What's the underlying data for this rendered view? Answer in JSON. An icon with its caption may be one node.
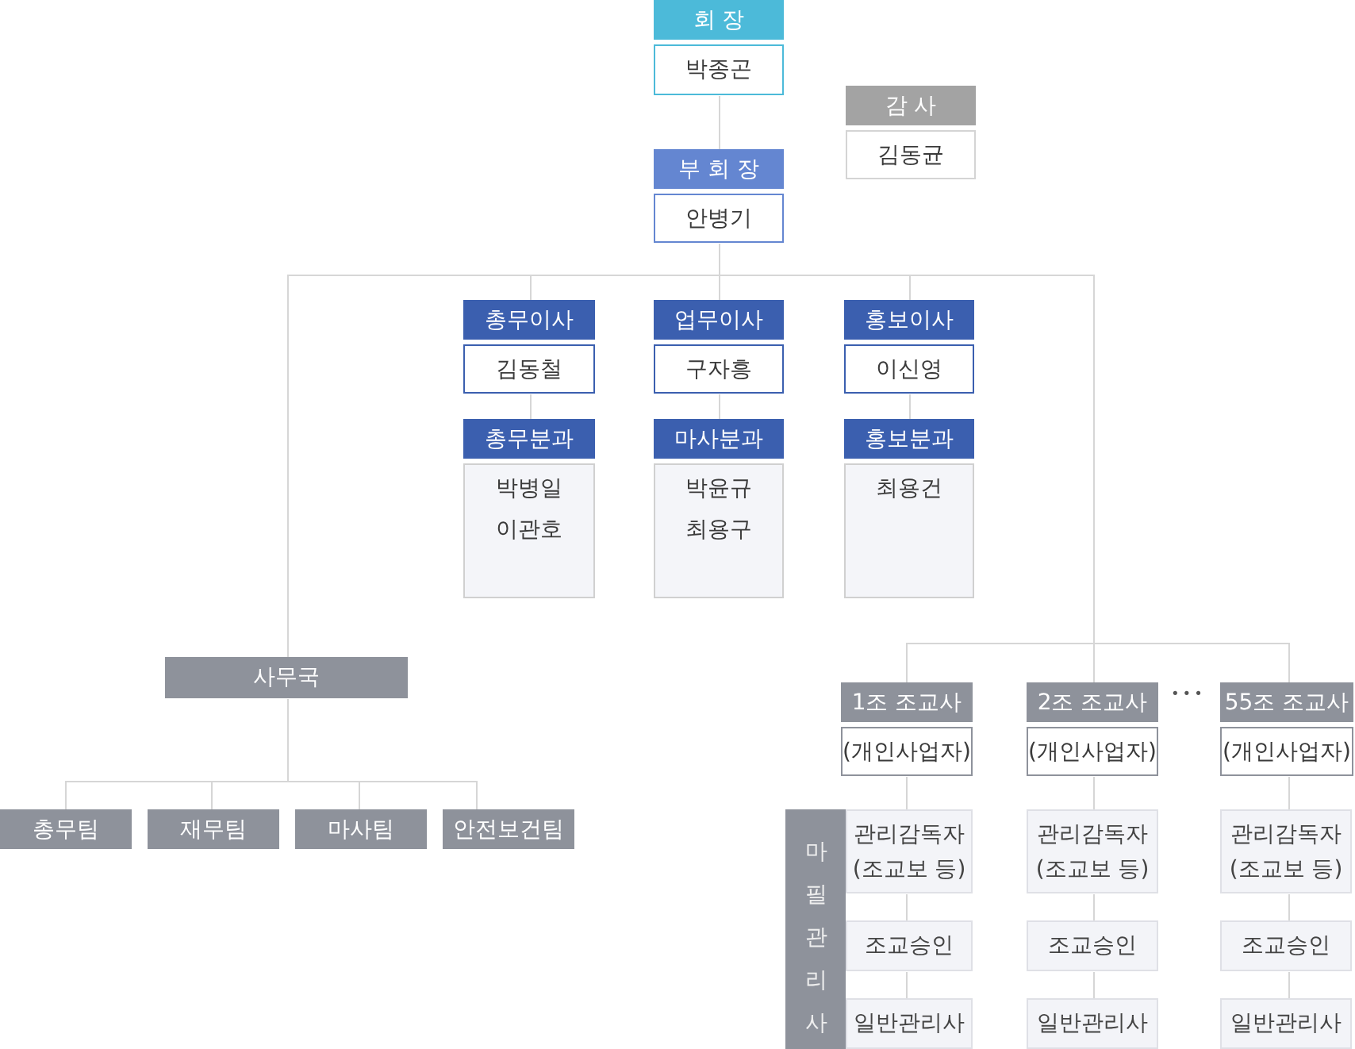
{
  "diagram": {
    "nodes": [
      {
        "text": [
          "회 장",
          "박종곤"
        ]
      },
      {
        "text": [
          "감 사",
          "김동균"
        ]
      },
      {
        "text": [
          "부 회 장",
          "안병기"
        ]
      },
      {
        "text": [
          "총무이사",
          "김동철"
        ]
      },
      {
        "text": [
          "업무이사",
          "구자흥"
        ]
      },
      {
        "text": [
          "홍보이사",
          "이신영"
        ]
      },
      {
        "text": [
          "총무분과",
          "박병일",
          "이관호"
        ]
      },
      {
        "text": [
          "마사분과",
          "박윤규",
          "최용구"
        ]
      },
      {
        "text": [
          "홍보분과",
          "최용건"
        ]
      },
      {
        "text": [
          "사무국"
        ]
      },
      {
        "text": [
          "1조 조교사",
          "(개인사업자)"
        ]
      },
      {
        "text": [
          "2조 조교사",
          "(개인사업자)"
        ]
      },
      {
        "text": [
          "55조 조교사",
          "(개인사업자)"
        ]
      },
      {
        "text": [
          "총무팀"
        ]
      },
      {
        "text": [
          "재무팀"
        ]
      },
      {
        "text": [
          "마사팀"
        ]
      },
      {
        "text": [
          "안전보건팀"
        ]
      },
      {
        "text": [
          "마필관리사"
        ]
      },
      {
        "text": [
          "관리감독자 (조교보 등)"
        ]
      },
      {
        "text": [
          "관리감독자 (조교보 등)"
        ]
      },
      {
        "text": [
          "관리감독자 (조교보 등)"
        ]
      },
      {
        "text": [
          "조교승인"
        ]
      },
      {
        "text": [
          "조교승인"
        ]
      },
      {
        "text": [
          "조교승인"
        ]
      },
      {
        "text": [
          "일반관리사"
        ]
      },
      {
        "text": [
          "일반관리사"
        ]
      },
      {
        "text": [
          "일반관리사"
        ]
      }
    ],
    "edges": [
      {
        "from": 0,
        "to": 2,
        "arrow": "none"
      },
      {
        "from": 2,
        "to": 3,
        "arrow": "none"
      },
      {
        "from": 2,
        "to": 4,
        "arrow": "none"
      },
      {
        "from": 2,
        "to": 5,
        "arrow": "none"
      },
      {
        "from": 2,
        "to": 9,
        "arrow": "none"
      },
      {
        "from": 2,
        "to": 10,
        "arrow": "none"
      },
      {
        "from": 2,
        "to": 11,
        "arrow": "none"
      },
      {
        "from": 2,
        "to": 12,
        "arrow": "none"
      },
      {
        "from": 3,
        "to": 6,
        "arrow": "none"
      },
      {
        "from": 4,
        "to": 7,
        "arrow": "none"
      },
      {
        "from": 5,
        "to": 8,
        "arrow": "none"
      },
      {
        "from": 9,
        "to": 13,
        "arrow": "none"
      },
      {
        "from": 9,
        "to": 14,
        "arrow": "none"
      },
      {
        "from": 9,
        "to": 15,
        "arrow": "none"
      },
      {
        "from": 9,
        "to": 16,
        "arrow": "none"
      },
      {
        "from": 10,
        "to": 18,
        "arrow": "none"
      },
      {
        "from": 11,
        "to": 19,
        "arrow": "none"
      },
      {
        "from": 12,
        "to": 20,
        "arrow": "none"
      },
      {
        "from": 18,
        "to": 21,
        "arrow": "none"
      },
      {
        "from": 19,
        "to": 22,
        "arrow": "none"
      },
      {
        "from": 20,
        "to": 23,
        "arrow": "none"
      },
      {
        "from": 21,
        "to": 24,
        "arrow": "none"
      },
      {
        "from": 22,
        "to": 25,
        "arrow": "none"
      },
      {
        "from": 23,
        "to": 26,
        "arrow": "none"
      }
    ],
    "labels": [
      "•••"
    ]
  }
}
